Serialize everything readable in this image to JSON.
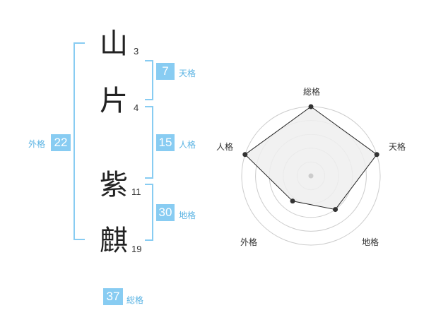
{
  "name_chars": [
    {
      "char": "山",
      "strokes": "3"
    },
    {
      "char": "片",
      "strokes": "4"
    },
    {
      "char": "紫",
      "strokes": "11"
    },
    {
      "char": "麒",
      "strokes": "19"
    }
  ],
  "fortunes": {
    "gaikaku": {
      "value": "22",
      "label": "外格"
    },
    "tenkaku": {
      "value": "7",
      "label": "天格"
    },
    "jinkaku": {
      "value": "15",
      "label": "人格"
    },
    "chikaku": {
      "value": "30",
      "label": "地格"
    },
    "soukaku": {
      "value": "37",
      "label": "総格"
    }
  },
  "radar": {
    "axes": [
      "総格",
      "天格",
      "地格",
      "外格",
      "人格"
    ],
    "levels": 5,
    "values": [
      1.0,
      1.0,
      0.6,
      0.45,
      1.0
    ],
    "colors": {
      "ring": "#cccccc",
      "fill": "#eeeeee",
      "line": "#222222",
      "point": "#333333",
      "center": "#cccccc"
    }
  }
}
